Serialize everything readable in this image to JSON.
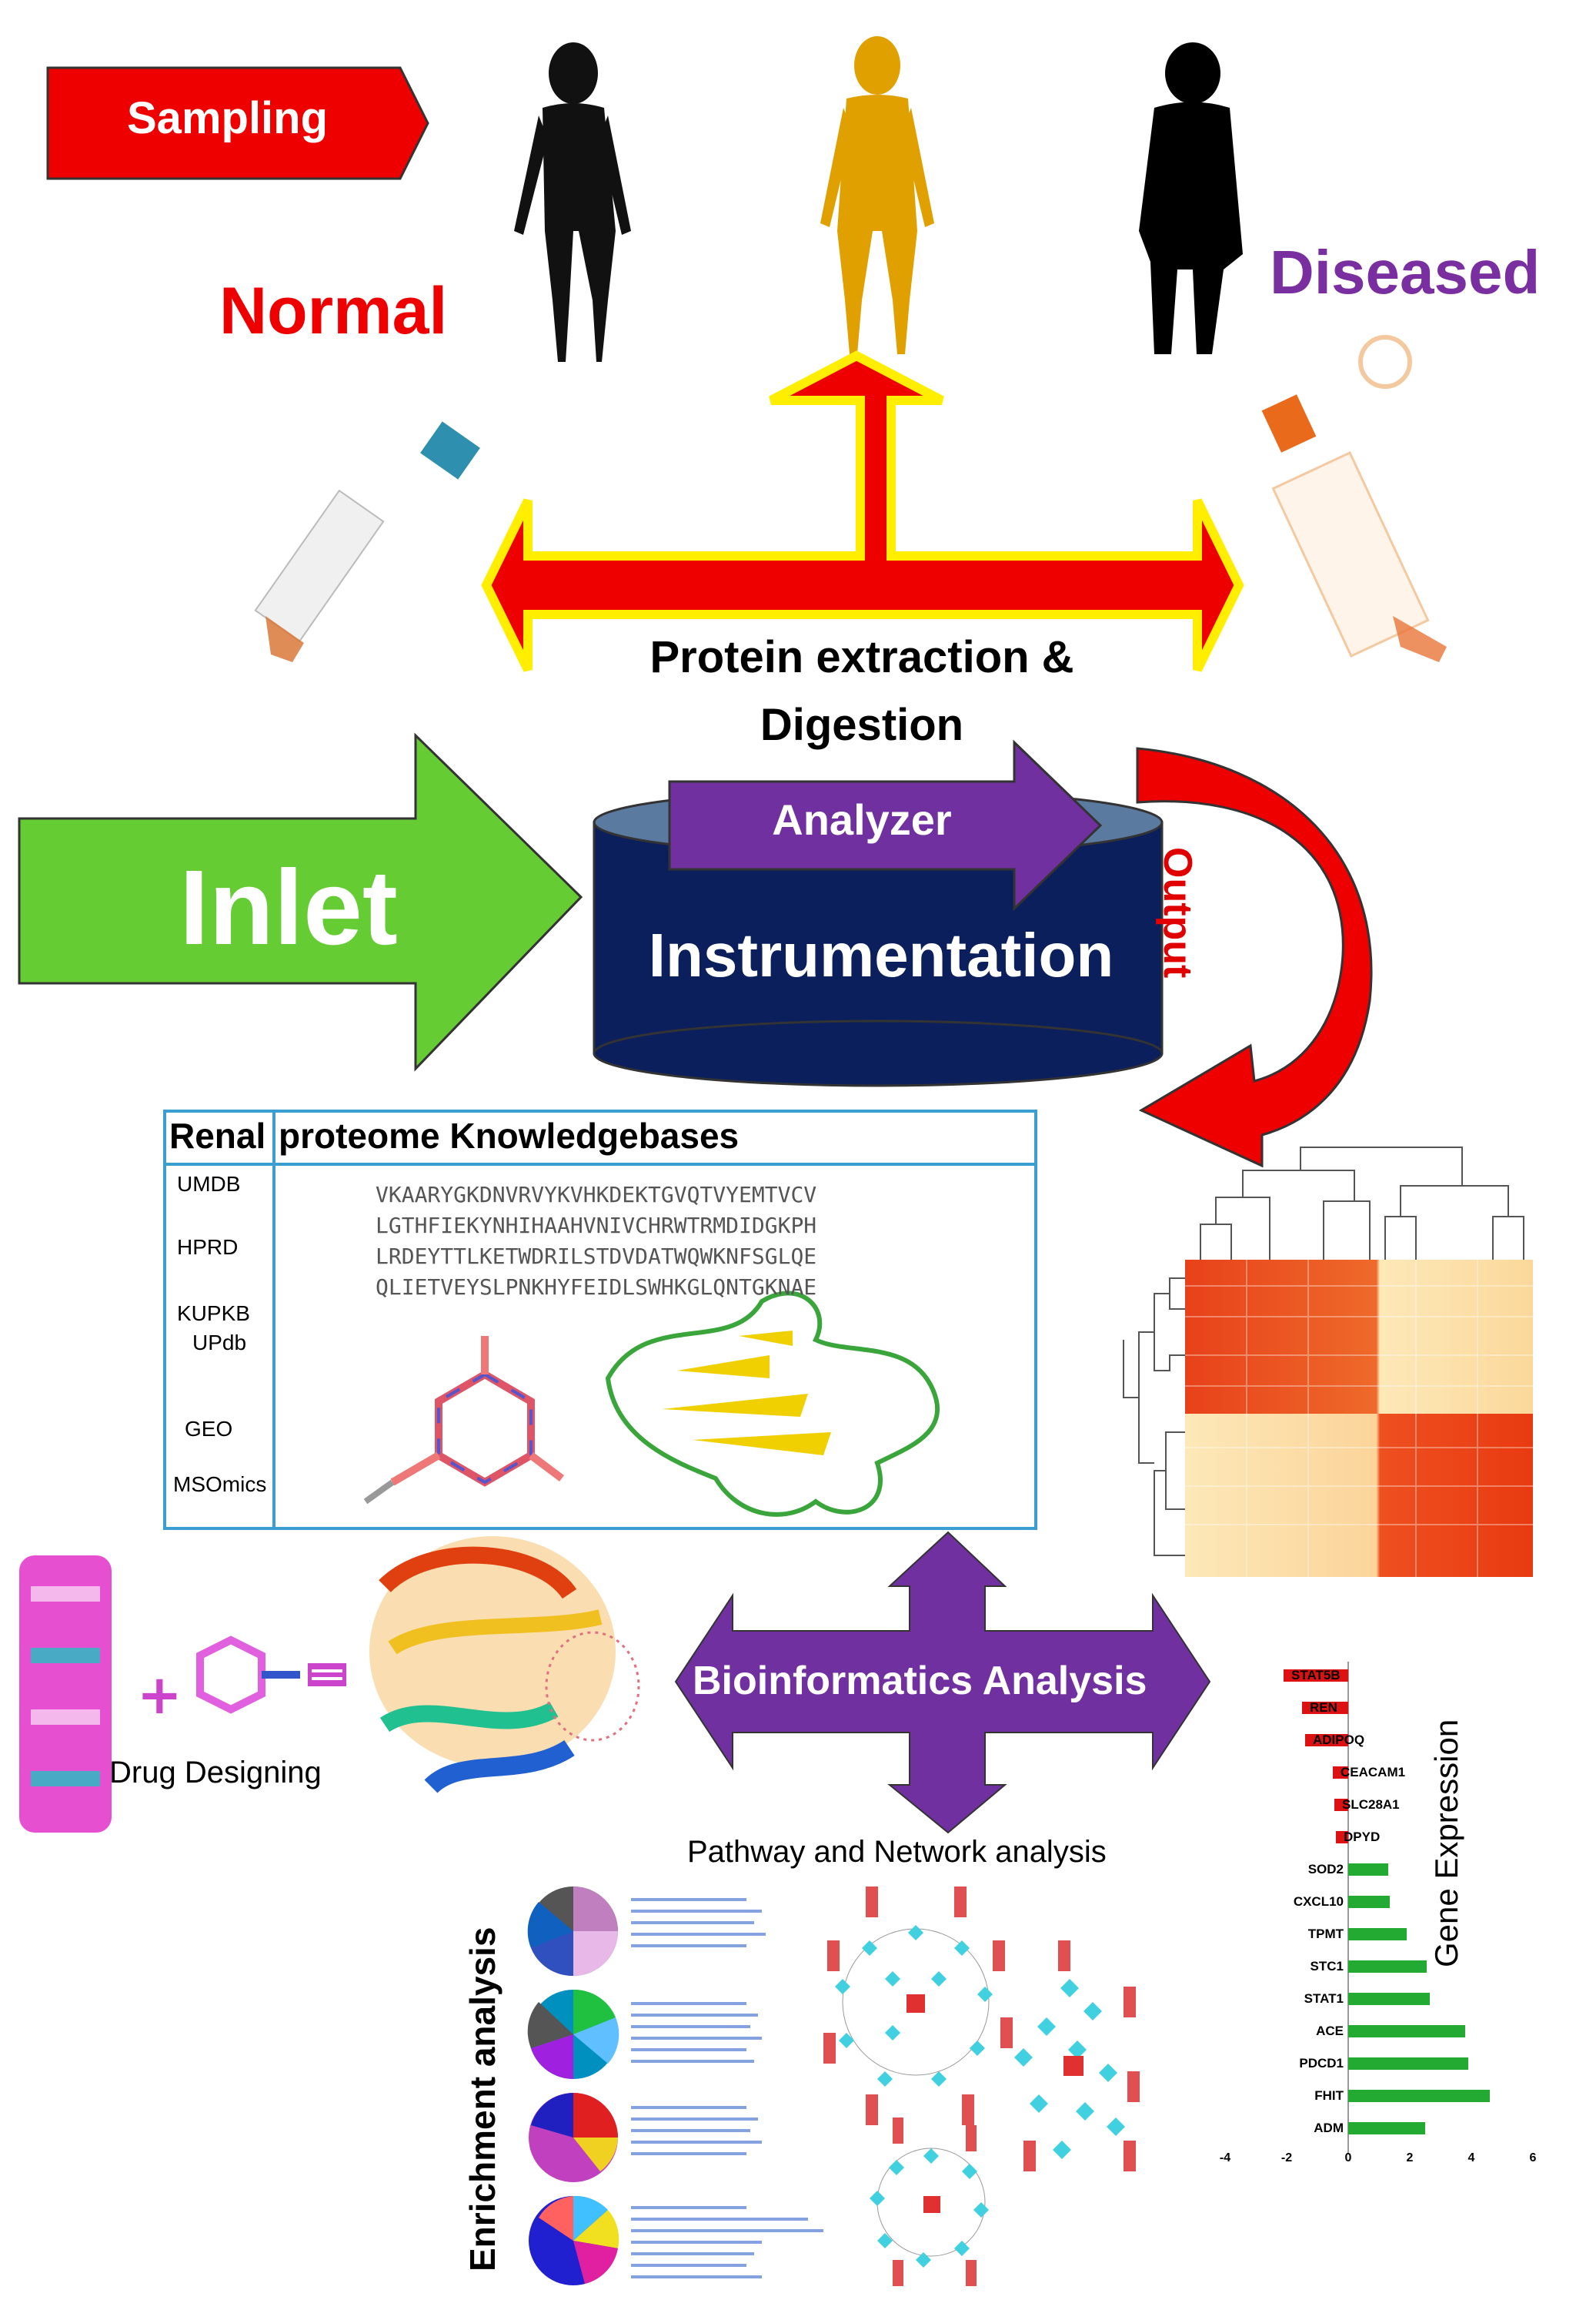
{
  "labels": {
    "sampling": "Sampling",
    "normal": "Normal",
    "diseased": "Diseased",
    "protein_extraction": "Protein extraction & Digestion",
    "inlet": "Inlet",
    "analyzer": "Analyzer",
    "instrumentation": "Instrumentation",
    "output": "Output",
    "drug_designing": "Drug Designing",
    "bioinformatics": "Bioinformatics Analysis",
    "pathway_network": "Pathway and Network analysis",
    "enrichment": "Enrichment analysis"
  },
  "knowledgebases": {
    "title_left": "Renal",
    "title_right": "proteome Knowledgebases",
    "items": [
      "UMDB",
      "HPRD",
      "KUPKB",
      "UPdb",
      "GEO",
      "MSOmics"
    ],
    "sequence": [
      "VKAARYGKDNVRVYKVHKDEKTGVQTVYEMTVCV",
      "LGTHFIEKYNHIHAAHVNIVCHRWTRMDIDGKPH",
      "LRDEYTTLKETWDRILSTDVDATWQWKNFSGLQE",
      "QLIETVEYSLPNKHYFEIDLSWHKGLQNTGKNAE"
    ]
  },
  "colors": {
    "sampling_arrow": "#ee0000",
    "inlet_arrow": "#66cc33",
    "analyzer_arrow": "#7030a0",
    "instrument_body": "#0a1f5c",
    "bio_arrow": "#7030a0",
    "neg_bar": "#dd1111",
    "pos_bar": "#22aa33"
  },
  "chart_data": {
    "type": "bar",
    "orientation": "horizontal",
    "categories": [
      "STAT5B",
      "REN",
      "ADIPOQ",
      "CEACAM1",
      "SLC28A1",
      "DPYD",
      "SOD2",
      "CXCL10",
      "TPMT",
      "STC1",
      "STAT1",
      "ACE",
      "PDCD1",
      "FHIT",
      "ADM"
    ],
    "values": [
      -2.1,
      -1.5,
      -1.4,
      -0.5,
      -0.45,
      -0.4,
      1.3,
      1.35,
      1.9,
      2.55,
      2.65,
      3.8,
      3.9,
      4.6,
      2.5
    ],
    "xlabel": "",
    "ylabel": "Gene Expression",
    "xticks": [
      -4,
      -2,
      0,
      2,
      4,
      6
    ],
    "xlim": [
      -4,
      6
    ]
  }
}
